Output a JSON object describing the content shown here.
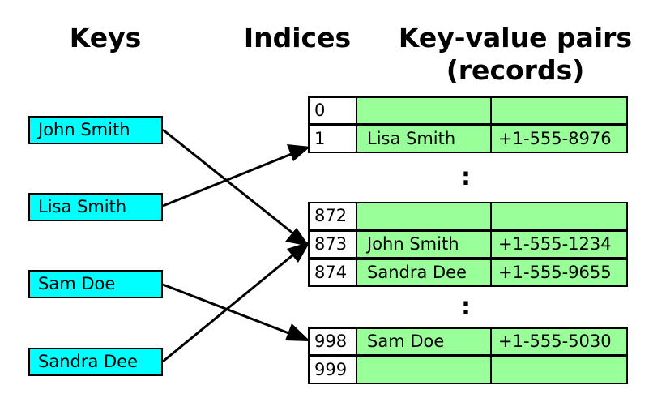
{
  "headings": {
    "keys": "Keys",
    "indices": "Indices",
    "key_value_pairs": "Key-value pairs",
    "records": "(records)"
  },
  "keys": [
    "John Smith",
    "Lisa Smith",
    "Sam Doe",
    "Sandra Dee"
  ],
  "buckets": [
    {
      "index": "0",
      "key": "",
      "value": ""
    },
    {
      "index": "1",
      "key": "Lisa Smith",
      "value": "+1-555-8976"
    },
    {
      "index": "872",
      "key": "",
      "value": ""
    },
    {
      "index": "873",
      "key": "John Smith",
      "value": "+1-555-1234"
    },
    {
      "index": "874",
      "key": "Sandra Dee",
      "value": "+1-555-9655"
    },
    {
      "index": "998",
      "key": "Sam Doe",
      "value": "+1-555-5030"
    },
    {
      "index": "999",
      "key": "",
      "value": ""
    }
  ],
  "ellipsis": ":",
  "arrows": [
    {
      "from": "John Smith",
      "to": "873"
    },
    {
      "from": "Lisa Smith",
      "to": "1"
    },
    {
      "from": "Sam Doe",
      "to": "998"
    },
    {
      "from": "Sandra Dee",
      "to": "873"
    }
  ],
  "colors": {
    "key_fill": "#00ffff",
    "record_fill": "#99ff99",
    "index_fill": "#ffffff",
    "stroke": "#000000"
  }
}
